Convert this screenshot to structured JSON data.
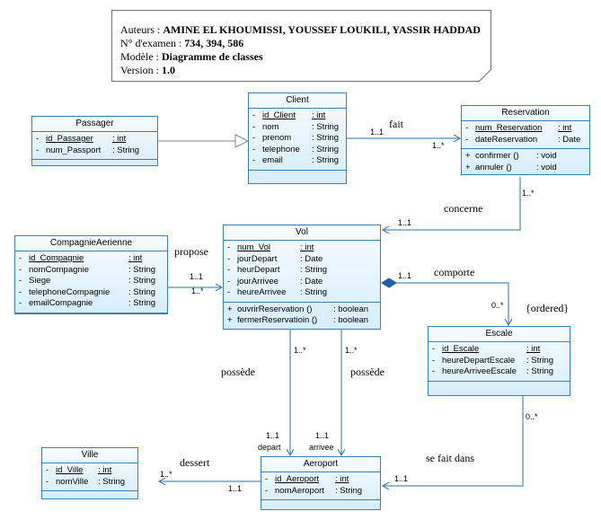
{
  "note": {
    "authors_label": "Auteurs : ",
    "authors": "AMINE EL KHOUMISSI, YOUSSEF LOUKILI, YASSIR HADDAD",
    "exam_label": "N° d'examen : ",
    "exam": "734,  394, 586",
    "model_label": "Modèle : ",
    "model": "Diagramme de classes",
    "version_label": "Version : ",
    "version": "1.0"
  },
  "classes": {
    "passager": {
      "name": "Passager",
      "attrs": [
        {
          "vis": "-",
          "name": "id_Passager",
          "type": ": int",
          "id": true
        },
        {
          "vis": "-",
          "name": "num_Passport",
          "type": ": String"
        }
      ]
    },
    "client": {
      "name": "Client",
      "attrs": [
        {
          "vis": "-",
          "name": "id_Client",
          "type": ": int",
          "id": true
        },
        {
          "vis": "-",
          "name": "nom",
          "type": ": String"
        },
        {
          "vis": "-",
          "name": "prenom",
          "type": ": String"
        },
        {
          "vis": "-",
          "name": "telephone",
          "type": ": String"
        },
        {
          "vis": "-",
          "name": "email",
          "type": ": String"
        }
      ]
    },
    "reservation": {
      "name": "Reservation",
      "attrs": [
        {
          "vis": "-",
          "name": "num_Reservation",
          "type": ": int",
          "id": true
        },
        {
          "vis": "-",
          "name": "dateReservation",
          "type": ": Date"
        }
      ],
      "ops": [
        {
          "vis": "+",
          "name": "confirmer ()",
          "type": ": void"
        },
        {
          "vis": "+",
          "name": "annuler ()",
          "type": ": void"
        }
      ]
    },
    "compagnie": {
      "name": "CompagnieAerienne",
      "attrs": [
        {
          "vis": "-",
          "name": "id_Compagnie",
          "type": ": int",
          "id": true
        },
        {
          "vis": "-",
          "name": "nomCompagnie",
          "type": ": String"
        },
        {
          "vis": "-",
          "name": "Siege",
          "type": ": String"
        },
        {
          "vis": "-",
          "name": "telephoneCompagnie",
          "type": ": String"
        },
        {
          "vis": "-",
          "name": "emailCompagnie",
          "type": ": String"
        }
      ]
    },
    "vol": {
      "name": "Vol",
      "attrs": [
        {
          "vis": "-",
          "name": "num_Vol",
          "type": ": int",
          "id": true
        },
        {
          "vis": "-",
          "name": "jourDepart",
          "type": ": Date"
        },
        {
          "vis": "-",
          "name": "heurDepart",
          "type": ": String"
        },
        {
          "vis": "-",
          "name": "jourArrivee",
          "type": ": Date"
        },
        {
          "vis": "-",
          "name": "heureArrivee",
          "type": ": String"
        }
      ],
      "ops": [
        {
          "vis": "+",
          "name": "ouvrirReservation ()",
          "type": ": boolean"
        },
        {
          "vis": "+",
          "name": "fermerReservatioin ()",
          "type": ": boolean"
        }
      ]
    },
    "escale": {
      "name": "Escale",
      "attrs": [
        {
          "vis": "-",
          "name": "id_Escale",
          "type": ": int",
          "id": true
        },
        {
          "vis": "-",
          "name": "heureDepartEscale",
          "type": ": String"
        },
        {
          "vis": "-",
          "name": "heureArriveeEscale",
          "type": ": String"
        }
      ]
    },
    "ville": {
      "name": "Ville",
      "attrs": [
        {
          "vis": "-",
          "name": "id_Ville",
          "type": ": int",
          "id": true
        },
        {
          "vis": "-",
          "name": "nomVille",
          "type": ": String"
        }
      ]
    },
    "aeroport": {
      "name": "Aeroport",
      "attrs": [
        {
          "vis": "-",
          "name": "id_Aeroport",
          "type": ": int",
          "id": true
        },
        {
          "vis": "-",
          "name": "nomAeroport",
          "type": ": String"
        }
      ]
    }
  },
  "associations": {
    "fait": "fait",
    "concerne": "concerne",
    "propose": "propose",
    "comporte": "comporte",
    "ordered": "{ordered}",
    "possede_1": "possède",
    "possede_2": "possède",
    "se_fait_dans": "se fait dans",
    "dessert": "dessert"
  },
  "multiplicities": {
    "fait_client": "1..1",
    "fait_reservation": "1..*",
    "concerne_reservation": "1..*",
    "concerne_vol": "1..1",
    "propose_compagnie": "1..1",
    "propose_vol": "1..*",
    "comporte_vol": "1..1",
    "comporte_escale": "0..*",
    "possede1_vol": "1..*",
    "possede1_aeroport": "1..1",
    "possede2_vol": "1..*",
    "possede2_aeroport": "1..1",
    "role_depart": "depart",
    "role_arrivee": "arrivee",
    "sefait_escale": "0..*",
    "sefait_aeroport": "1..1",
    "dessert_ville": "1..*",
    "dessert_aeroport": "1..1"
  }
}
